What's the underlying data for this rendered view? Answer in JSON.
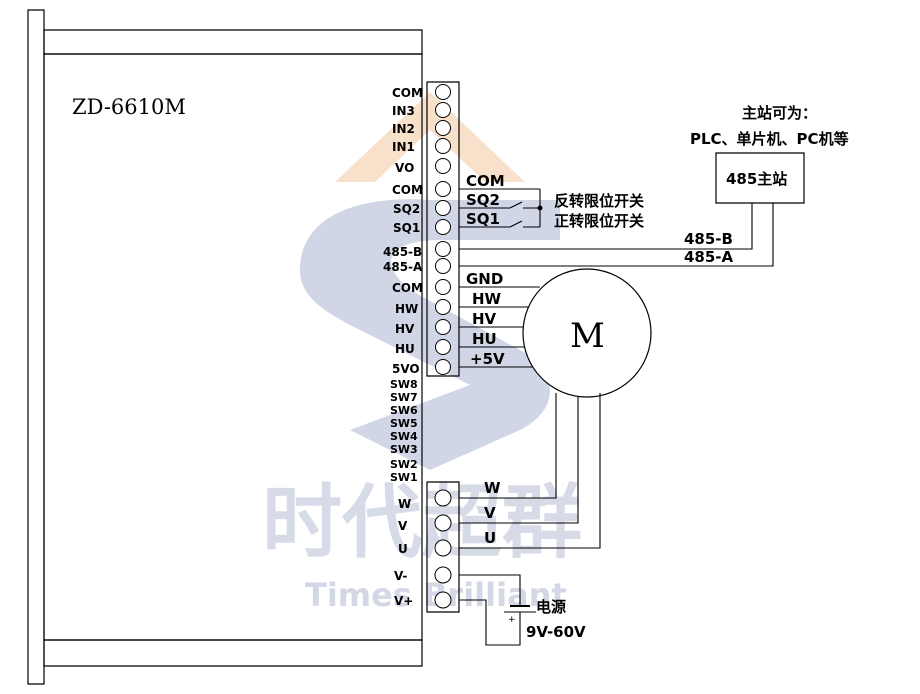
{
  "device": {
    "model": "ZD-6610M"
  },
  "watermark": {
    "chinese": "时代超群",
    "english": "Times Brilliant"
  },
  "terminals": {
    "top_group": [
      "COM",
      "IN3",
      "IN2",
      "IN1",
      "VO"
    ],
    "limit_group": [
      "COM",
      "SQ2",
      "SQ1"
    ],
    "rs485_group": [
      "485-B",
      "485-A"
    ],
    "hall_group": [
      "COM",
      "HW",
      "HV",
      "HU",
      "5VO"
    ],
    "switches": [
      "SW8",
      "SW7",
      "SW6",
      "SW5",
      "SW4",
      "SW3",
      "SW2",
      "SW1"
    ],
    "motor_phase_group": [
      "W",
      "V",
      "U"
    ],
    "power_group": [
      "V-",
      "V+"
    ]
  },
  "limit_wiring": {
    "wire_labels": [
      "COM",
      "SQ2",
      "SQ1"
    ],
    "reverse_limit_switch": "反转限位开关",
    "forward_limit_switch": "正转限位开关"
  },
  "master": {
    "note_line1": "主站可为：",
    "note_line2": "PLC、单片机、PC机等",
    "box_label": "485主站",
    "line_b": "485-B",
    "line_a": "485-A"
  },
  "hall_wiring": {
    "wire_labels": [
      "GND",
      "HW",
      "HV",
      "HU",
      "+5V"
    ]
  },
  "motor": {
    "label": "M",
    "phase_labels": [
      "W",
      "V",
      "U"
    ]
  },
  "power": {
    "label": "电源",
    "voltage": "9V-60V",
    "plus_sign": "+"
  }
}
